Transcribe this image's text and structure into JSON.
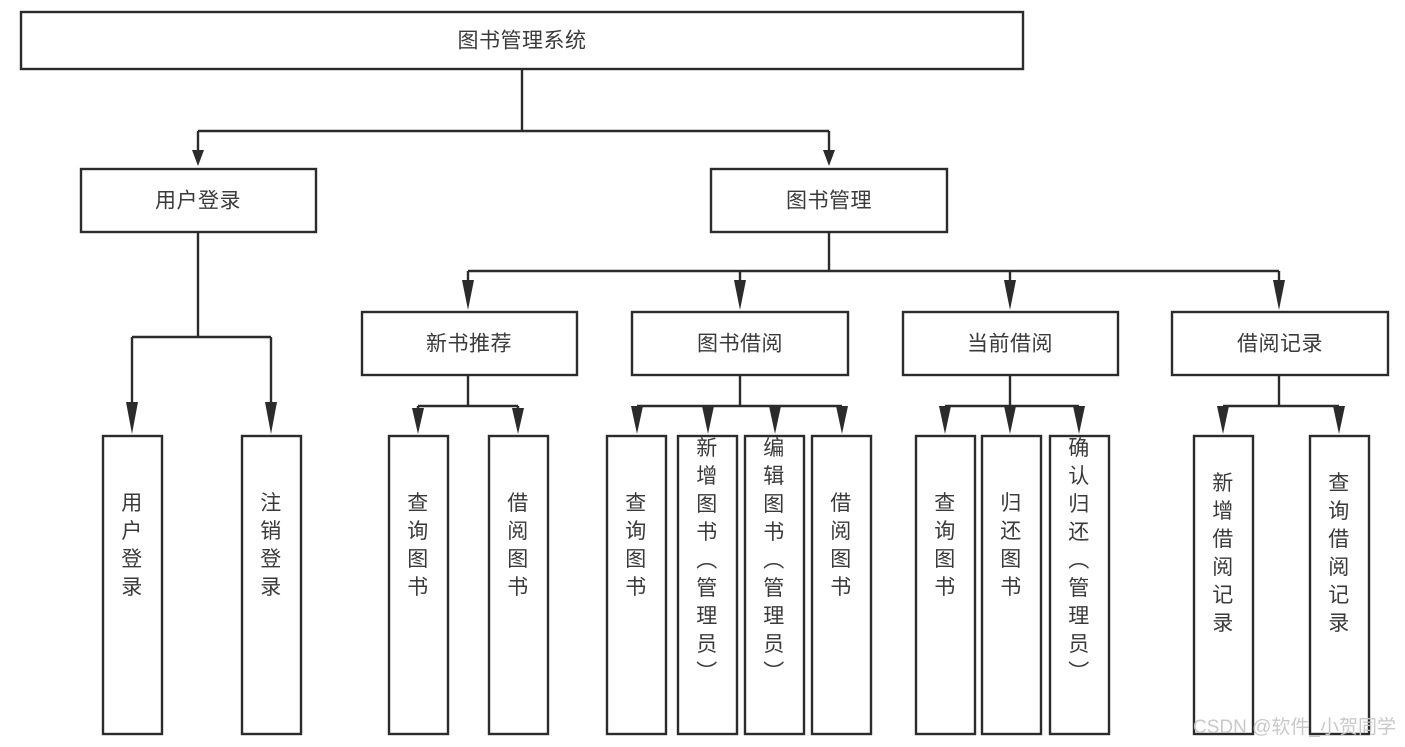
{
  "diagram": {
    "type": "tree",
    "title": "图书管理系统",
    "orientation": "top-down",
    "root": {
      "id": "root",
      "label": "图书管理系统"
    },
    "level2": [
      {
        "id": "user-login",
        "label": "用户登录"
      },
      {
        "id": "book-manage",
        "label": "图书管理"
      }
    ],
    "level3": [
      {
        "id": "new-book-recommend",
        "label": "新书推荐",
        "parent": "book-manage"
      },
      {
        "id": "book-borrow",
        "label": "图书借阅",
        "parent": "book-manage"
      },
      {
        "id": "current-borrow",
        "label": "当前借阅",
        "parent": "book-manage"
      },
      {
        "id": "borrow-record",
        "label": "借阅记录",
        "parent": "book-manage"
      }
    ],
    "leaves": [
      {
        "id": "leaf-user-login",
        "label": "用户登录",
        "parent": "user-login"
      },
      {
        "id": "leaf-logout-login",
        "label": "注销登录",
        "parent": "user-login"
      },
      {
        "id": "leaf-query-book-1",
        "label": "查询图书",
        "parent": "new-book-recommend"
      },
      {
        "id": "leaf-borrow-book-1",
        "label": "借阅图书",
        "parent": "new-book-recommend"
      },
      {
        "id": "leaf-query-book-2",
        "label": "查询图书",
        "parent": "book-borrow"
      },
      {
        "id": "leaf-add-book",
        "label": "新增图书（管理员）",
        "parent": "book-borrow"
      },
      {
        "id": "leaf-edit-book",
        "label": "编辑图书（管理员）",
        "parent": "book-borrow"
      },
      {
        "id": "leaf-borrow-book-2",
        "label": "借阅图书",
        "parent": "book-borrow"
      },
      {
        "id": "leaf-query-book-3",
        "label": "查询图书",
        "parent": "current-borrow"
      },
      {
        "id": "leaf-return-book",
        "label": "归还图书",
        "parent": "current-borrow"
      },
      {
        "id": "leaf-confirm-return",
        "label": "确认归还（管理员）",
        "parent": "current-borrow"
      },
      {
        "id": "leaf-add-record",
        "label": "新增借阅记录",
        "parent": "borrow-record"
      },
      {
        "id": "leaf-query-record",
        "label": "查询借阅记录",
        "parent": "borrow-record"
      }
    ],
    "colors": {
      "box_fill": "#ffffff",
      "box_stroke": "#2b2b2b",
      "text": "#3a3a3a",
      "connector": "#2b2b2b",
      "background": "#ffffff",
      "watermark": "#c8c8c8"
    }
  },
  "watermark": {
    "text": "CSDN @软件_小贺同学"
  }
}
